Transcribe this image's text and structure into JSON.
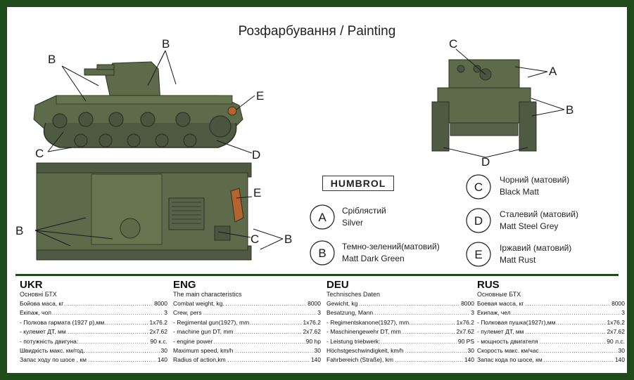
{
  "title": "Розфарбування /  Painting",
  "brand": "HUMBROL",
  "callout_letters": [
    "A",
    "B",
    "C",
    "D",
    "E"
  ],
  "legend": [
    {
      "letter": "A",
      "line1": "Сріблястий",
      "line2": "Silver"
    },
    {
      "letter": "B",
      "line1": "Темно-зелений(матовий)",
      "line2": "Matt Dark Green"
    },
    {
      "letter": "C",
      "line1": "Чорний (матовий)",
      "line2": "Black Matt"
    },
    {
      "letter": "D",
      "line1": "Сталевий (матовий)",
      "line2": "Matt Steel Grey"
    },
    {
      "letter": "E",
      "line1": "Іржавий (матовий)",
      "line2": "Matt Rust"
    }
  ],
  "colors": {
    "frame": "#1f4a1a",
    "tank_green": "#5d6b4a",
    "tank_dark": "#3f4a33",
    "track": "#4e5a42",
    "rust": "#b5642e"
  },
  "specs": [
    {
      "lang": "UKR",
      "subtitle": "Основні БТХ",
      "rows": [
        {
          "k": "Бойова маса, кг",
          "v": "8000"
        },
        {
          "k": "Екіпаж, чол",
          "v": "3"
        },
        {
          "k": "- Полкова гармата (1927 р),мм",
          "v": "1х76.2"
        },
        {
          "k": "- кулемет ДТ, мм",
          "v": "2х7.62"
        },
        {
          "k": "- потужність двигуна:",
          "v": "90 к.с."
        },
        {
          "k": "Швидкість макс. км/год.",
          "v": "30"
        },
        {
          "k": "Запас ходу по шосе , км",
          "v": "140"
        }
      ]
    },
    {
      "lang": "ENG",
      "subtitle": "The main characteristics",
      "rows": [
        {
          "k": "Combat weight, kg.",
          "v": "8000"
        },
        {
          "k": "Crew, pers",
          "v": "3"
        },
        {
          "k": "- Regimental gun(1927), mm",
          "v": "1х76.2"
        },
        {
          "k": "- machine gun DT, mm",
          "v": "2х7.62"
        },
        {
          "k": "- engine power",
          "v": "90 hp"
        },
        {
          "k": "Maximum speed, km/h",
          "v": "30"
        },
        {
          "k": "Radius of action,km",
          "v": "140"
        }
      ]
    },
    {
      "lang": "DEU",
      "subtitle": "Technisches Daten",
      "rows": [
        {
          "k": "Gewicht, kg",
          "v": "8000"
        },
        {
          "k": "Besatzung, Mann",
          "v": "3"
        },
        {
          "k": "- Regimentskanone(1927), mm",
          "v": "1х76.2"
        },
        {
          "k": "- Maschinengewehr DT, mm",
          "v": "2х7.62"
        },
        {
          "k": "- Leistung triebwerk:",
          "v": "90 PS"
        },
        {
          "k": "Höchstgeschwindigkeit, km/h",
          "v": "30"
        },
        {
          "k": "Fahrbereich (Straße), km",
          "v": "140"
        }
      ]
    },
    {
      "lang": "RUS",
      "subtitle": "Основные БТХ",
      "rows": [
        {
          "k": "Боевая масса, кг",
          "v": "8000"
        },
        {
          "k": "Екипаж, чел",
          "v": "3"
        },
        {
          "k": "- Полковая пушка(1927г),мм",
          "v": "1х76.2"
        },
        {
          "k": "- пулемет ДТ, мм",
          "v": "2х7.62"
        },
        {
          "k": "- мощность двигателя",
          "v": "90 л.с."
        },
        {
          "k": "Скорость макс. км/час",
          "v": "30"
        },
        {
          "k": "Запас кода по шосе, км",
          "v": "140"
        }
      ]
    }
  ]
}
